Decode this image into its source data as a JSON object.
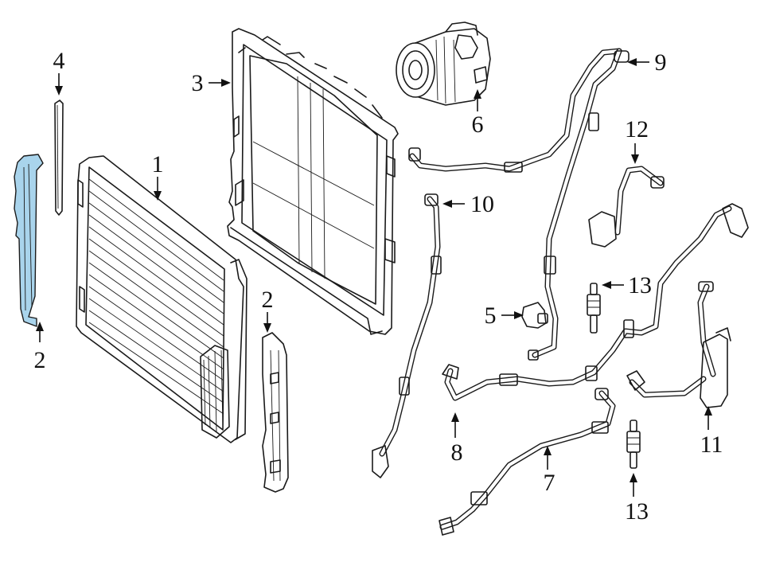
{
  "parts": [
    {
      "key": "condenser",
      "label": "1"
    },
    {
      "key": "side_seal_left",
      "label": "2",
      "highlight_color": "#a9d4ec"
    },
    {
      "key": "side_seal_right",
      "label": "2"
    },
    {
      "key": "radiator_support",
      "label": "3"
    },
    {
      "key": "seal_strip",
      "label": "4"
    },
    {
      "key": "sensor",
      "label": "5"
    },
    {
      "key": "compressor",
      "label": "6"
    },
    {
      "key": "hose_7",
      "label": "7"
    },
    {
      "key": "hose_8",
      "label": "8"
    },
    {
      "key": "hose_9",
      "label": "9"
    },
    {
      "key": "hose_10",
      "label": "10"
    },
    {
      "key": "accumulator",
      "label": "11"
    },
    {
      "key": "hose_12",
      "label": "12"
    },
    {
      "key": "pressure_switch_upper",
      "label": "13"
    },
    {
      "key": "pressure_switch_lower",
      "label": "13"
    }
  ]
}
